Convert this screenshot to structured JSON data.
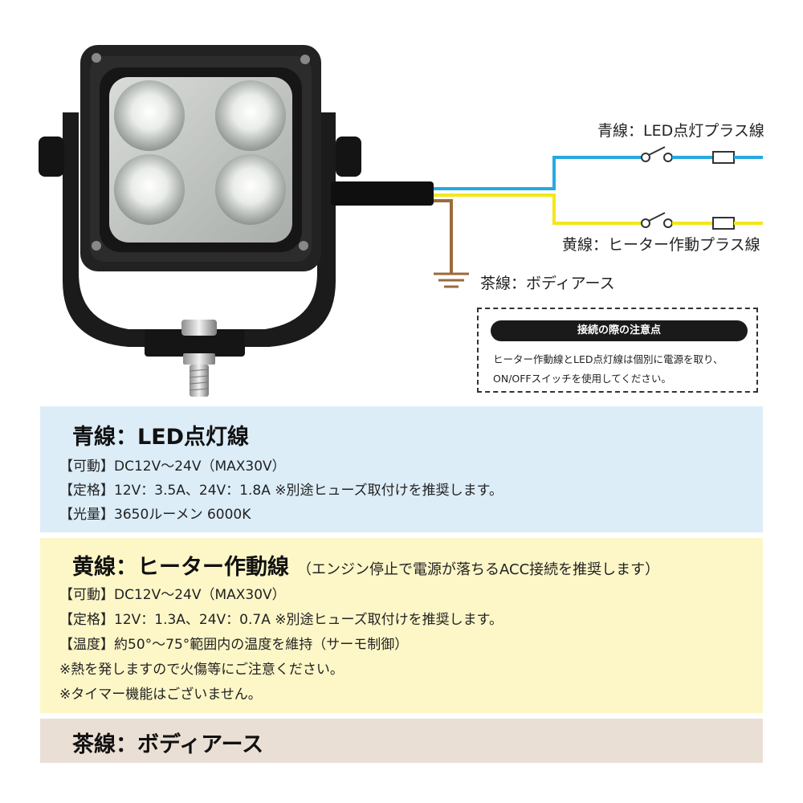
{
  "colors": {
    "blue_wire": "#29a8e0",
    "yellow_wire": "#f5e61a",
    "brown_wire": "#9b6a3c",
    "blue_panel": "#dcedf8",
    "yellow_panel": "#fdf7c8",
    "brown_panel": "#eadfd4"
  },
  "diagram": {
    "blue_label": "青線：LED点灯プラス線",
    "yellow_label": "黄線：ヒーター作動プラス線",
    "brown_label": "茶線：ボディアース"
  },
  "note": {
    "title": "接続の際の注意点",
    "line1": "ヒーター作動線とLED点灯線は個別に電源を取り、",
    "line2": "ON/OFFスイッチを使用してください。"
  },
  "blue_panel": {
    "title": "青線：LED点灯線",
    "specs": [
      "【可動】DC12V〜24V（MAX30V）",
      "【定格】12V：3.5A、24V：1.8A ※別途ヒューズ取付けを推奨します。",
      "【光量】3650ルーメン 6000K"
    ]
  },
  "yellow_panel": {
    "title": "黄線：ヒーター作動線",
    "subtitle": "（エンジン停止で電源が落ちるACC接続を推奨します）",
    "specs": [
      "【可動】DC12V〜24V（MAX30V）",
      "【定格】12V：1.3A、24V：0.7A ※別途ヒューズ取付けを推奨します。",
      "【温度】約50°〜75°範囲内の温度を維持（サーモ制御）",
      "※熱を発しますので火傷等にご注意ください。",
      "※タイマー機能はございません。"
    ]
  },
  "brown_panel": {
    "title": "茶線：ボディアース"
  }
}
